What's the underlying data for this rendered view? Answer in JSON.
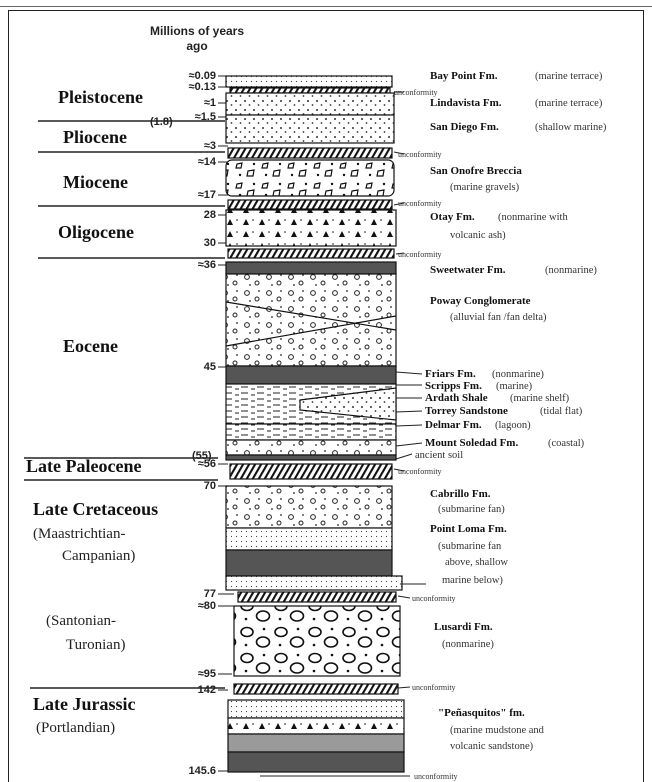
{
  "header": {
    "line1": "Millions of years",
    "line2": "ago"
  },
  "epochs": {
    "pleistocene": "Pleistocene",
    "pliocene": "Pliocene",
    "pliocene_age": "(1.8)",
    "miocene": "Miocene",
    "oligocene": "Oligocene",
    "eocene": "Eocene",
    "late_paleocene": "Late Paleocene",
    "late_paleocene_age": "(55)",
    "late_cretaceous": "Late Cretaceous",
    "maastrichtian": "(Maastrichtian-",
    "campanian": "Campanian)",
    "santonian": "(Santonian-",
    "turonian": "Turonian)",
    "late_jurassic": "Late Jurassic",
    "portlandian": "(Portlandian)"
  },
  "ages": {
    "a0_09": "≈0.09",
    "a0_13": "≈0.13",
    "a1": "≈1",
    "a1_5": "≈1.5",
    "a3": "≈3",
    "a14": "≈14",
    "a17": "≈17",
    "a28": "28",
    "a30": "30",
    "a36": "≈36",
    "a45": "45",
    "a56": "≈56",
    "a70": "70",
    "a77": "77",
    "a80": "≈80",
    "a95": "≈95",
    "a142": "142",
    "a145_6": "145.6"
  },
  "unconformity_label": "unconformity",
  "formations": {
    "bay_point": {
      "name": "Bay Point Fm.",
      "desc": "(marine terrace)"
    },
    "lindavista": {
      "name": "Lindavista Fm.",
      "desc": "(marine terrace)"
    },
    "san_diego": {
      "name": "San Diego Fm.",
      "desc": "(shallow marine)"
    },
    "san_onofre": {
      "name": "San Onofre Breccia",
      "desc": "(marine gravels)"
    },
    "otay": {
      "name": "Otay Fm.",
      "desc1": "(nonmarine with",
      "desc2": "volcanic ash)"
    },
    "sweetwater": {
      "name": "Sweetwater Fm.",
      "desc": "(nonmarine)"
    },
    "poway": {
      "name": "Poway Conglomerate",
      "desc": "(alluvial fan /fan delta)"
    },
    "friars": {
      "name": "Friars Fm.",
      "desc": "(nonmarine)"
    },
    "scripps": {
      "name": "Scripps Fm.",
      "desc": "(marine)"
    },
    "ardath": {
      "name": "Ardath Shale",
      "desc": "(marine shelf)"
    },
    "torrey": {
      "name": "Torrey Sandstone",
      "desc": "(tidal flat)"
    },
    "delmar": {
      "name": "Delmar Fm.",
      "desc": "(lagoon)"
    },
    "mount_soledad": {
      "name": "Mount Soledad Fm.",
      "desc": "(coastal)"
    },
    "ancient_soil": "ancient soil",
    "cabrillo": {
      "name": "Cabrillo Fm.",
      "desc": "(submarine fan)"
    },
    "point_loma": {
      "name": "Point Loma Fm.",
      "desc1": "(submarine fan",
      "desc2": "above, shallow",
      "desc3": "marine below)"
    },
    "lusardi": {
      "name": "Lusardi Fm.",
      "desc": "(nonmarine)"
    },
    "penasquitos": {
      "name": "\"Peñasquitos\" fm.",
      "desc1": "(marine mudstone and",
      "desc2": "volcanic sandstone)"
    }
  },
  "colors": {
    "ink": "#1a1a1a",
    "dark_fill": "#555555",
    "medium_fill": "#9a9a9a",
    "light_fill": "#e6e6e6"
  }
}
